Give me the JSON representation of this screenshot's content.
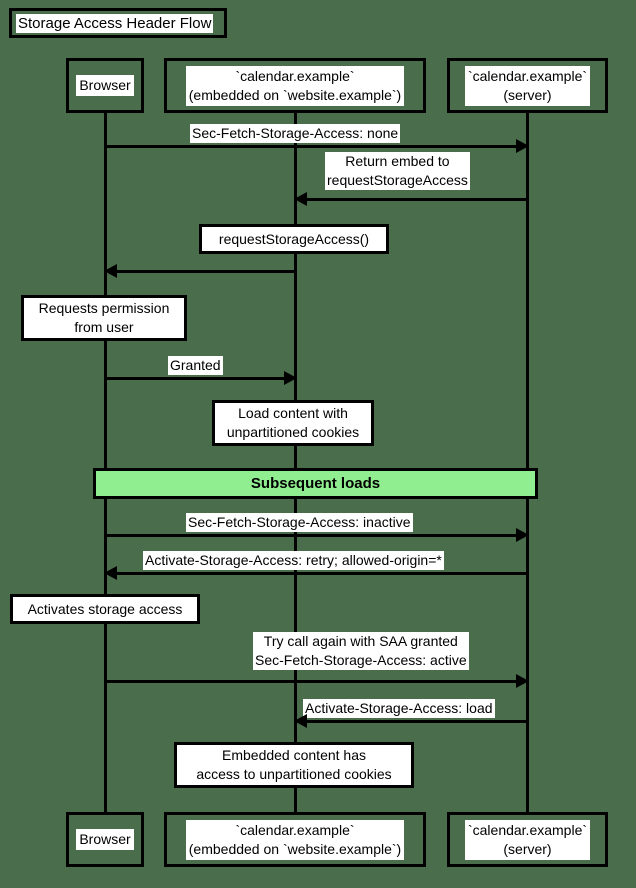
{
  "diagram": {
    "type": "sequence-diagram",
    "title": "Storage Access Header Flow",
    "background_color": "#4a6e4c",
    "accent_color": "#90ee90",
    "line_color": "#000000",
    "note_fill": "#ffffff"
  },
  "participants": [
    {
      "id": "browser",
      "label": "Browser"
    },
    {
      "id": "embed",
      "label": "`calendar.example`\n(embedded on `website.example`)"
    },
    {
      "id": "server",
      "label": "`calendar.example`\n(server)"
    }
  ],
  "participants_bottom": [
    {
      "id": "browser",
      "label": "Browser"
    },
    {
      "id": "embed",
      "label": "`calendar.example`\n(embedded on `website.example`)"
    },
    {
      "id": "server",
      "label": "`calendar.example`\n(server)"
    }
  ],
  "messages": [
    {
      "id": "m1",
      "from": "browser",
      "to": "server",
      "direction": "right",
      "label": "Sec-Fetch-Storage-Access: none"
    },
    {
      "id": "m2",
      "from": "server",
      "to": "embed",
      "direction": "left",
      "label": "Return embed to\nrequestStorageAccess"
    },
    {
      "id": "m3",
      "from": "embed",
      "to": "browser",
      "direction": "left",
      "label": ""
    },
    {
      "id": "m4",
      "from": "browser",
      "to": "embed",
      "direction": "right",
      "label": "Granted"
    },
    {
      "id": "m5",
      "from": "browser",
      "to": "server",
      "direction": "right",
      "label": "Sec-Fetch-Storage-Access: inactive"
    },
    {
      "id": "m6",
      "from": "server",
      "to": "browser",
      "direction": "left",
      "label": "Activate-Storage-Access: retry; allowed-origin=*"
    },
    {
      "id": "m7",
      "from": "browser",
      "to": "server",
      "direction": "right",
      "label": "Try call again with SAA granted\nSec-Fetch-Storage-Access: active"
    },
    {
      "id": "m8",
      "from": "server",
      "to": "embed",
      "direction": "left",
      "label": "Activate-Storage-Access: load"
    }
  ],
  "notes": [
    {
      "id": "n1",
      "over": "embed",
      "label": "requestStorageAccess()"
    },
    {
      "id": "n2",
      "over": "browser",
      "label": "Requests permission\nfrom user"
    },
    {
      "id": "n3",
      "over": "embed",
      "label": "Load content with\nunpartitioned cookies"
    },
    {
      "id": "n4",
      "over": "browser",
      "label": "Activates storage access"
    },
    {
      "id": "n5",
      "over": "embed",
      "label": "Embedded content has\naccess to unpartitioned cookies"
    }
  ],
  "dividers": [
    {
      "id": "d1",
      "label": "Subsequent loads",
      "color": "#90ee90"
    }
  ]
}
